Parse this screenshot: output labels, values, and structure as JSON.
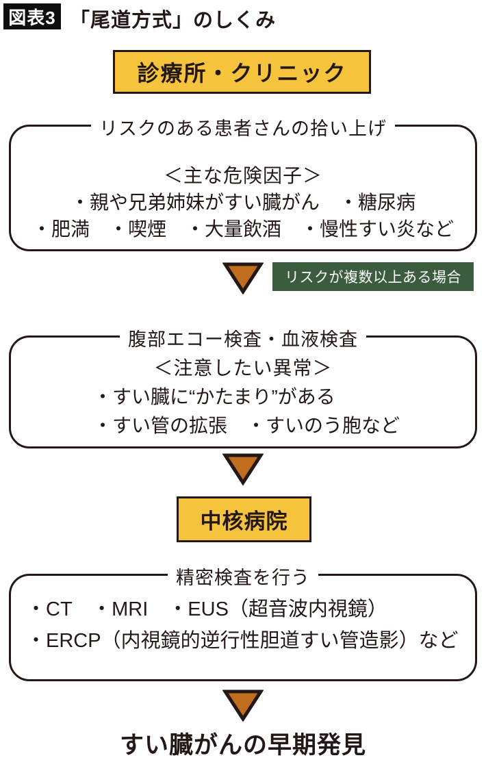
{
  "page": {
    "badge": "図表3",
    "title": "「尾道方式」のしくみ"
  },
  "flow": {
    "stage1_label": "診療所・クリニック",
    "box1": {
      "title": "リスクのある患者さんの拾い上げ",
      "subtitle": "＜主な危険因子＞",
      "lines": [
        "・親や兄弟姉妹がすい臓がん　・糖尿病",
        "・肥満　・喫煙　・大量飲酒　・慢性すい炎など"
      ]
    },
    "arrow1_note": "リスクが複数以上ある場合",
    "box2": {
      "title": "腹部エコー検査・血液検査",
      "subtitle": "＜注意したい異常＞",
      "lines": [
        "・すい臓に“かたまり”がある",
        "・すい管の拡張　・すいのう胞など"
      ]
    },
    "stage2_label": "中核病院",
    "box3": {
      "title": "精密検査を行う",
      "lines": [
        "・CT　・MRI　・EUS（超音波内視鏡）",
        "・ERCP（内視鏡的逆行性胆道すい管造影）など"
      ]
    },
    "outcome": "すい臓がんの早期発見"
  },
  "colors": {
    "stage_yellow": "#f5c33c",
    "note_green": "#3b5c3e",
    "arrow_orange": "#c06d20",
    "ink": "#231815"
  }
}
